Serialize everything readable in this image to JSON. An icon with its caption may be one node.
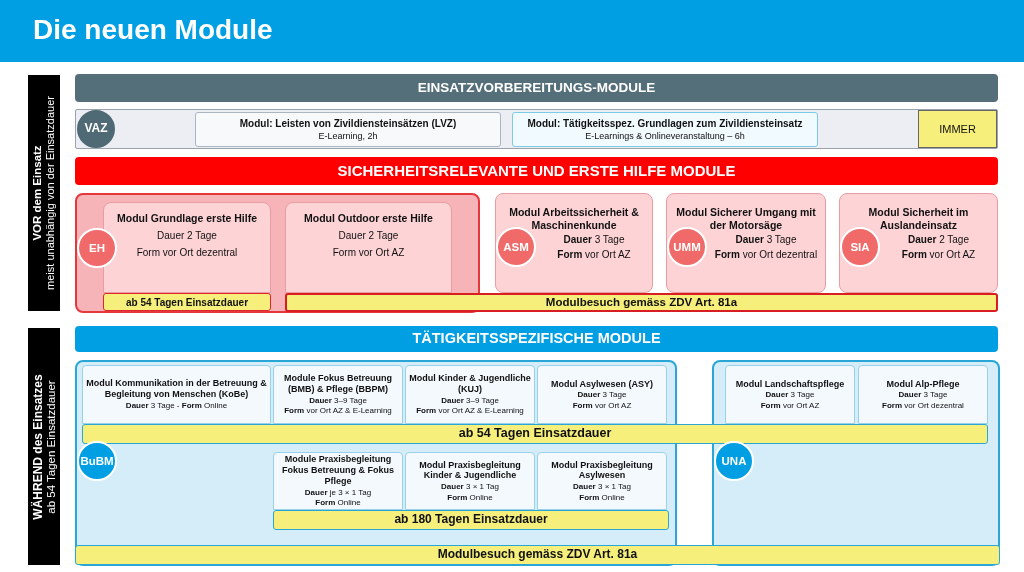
{
  "diagram": {
    "title": "Die neuen Module",
    "nodes": [
      {
        "text": [
          "VOR dem Einsatz",
          "meist unabhängig von der Einsatzdauer"
        ]
      },
      {
        "text": [
          "EINSATZVORBEREITUNGS-MODULE"
        ]
      },
      {
        "text": [],
        "shape": "box"
      },
      {
        "text": [
          "VAZ"
        ],
        "in": 2
      },
      {
        "text": [
          "Modul: Leisten von Zivildiensteinsätzen (LVZ)",
          "E-Learning, 2h"
        ],
        "in": 2
      },
      {
        "text": [
          "Modul: Tätigkeitsspez. Grundlagen zum Zivildiensteinsatz",
          "E-Learnings & Onlineveranstaltung – 6h"
        ],
        "in": 2
      },
      {
        "text": [
          "IMMER"
        ],
        "in": 2
      },
      {
        "text": [
          "SICHERHEITSRELEVANTE UND ERSTE HILFE MODULE"
        ]
      },
      {
        "text": [],
        "shape": "box"
      },
      {
        "text": [
          "EH"
        ],
        "in": 8
      },
      {
        "text": [
          "Modul Grundlage erste Hilfe",
          "Dauer 2 Tage",
          "Form vor Ort dezentral"
        ],
        "in": 8
      },
      {
        "text": [
          "Modul Outdoor erste Hilfe",
          "Dauer 2 Tage",
          "Form vor Ort AZ"
        ],
        "in": 8
      },
      {
        "text": [
          "Modul Arbeitssicherheit & Maschinenkunde",
          "**Dauer** 3 Tage",
          "**Form** vor Ort AZ"
        ]
      },
      {
        "text": [
          "ASM"
        ],
        "in": 12
      },
      {
        "text": [
          "Modul Sicherer Umgang mit der Motorsäge",
          "**Dauer** 3 Tage",
          "**Form** vor Ort dezentral"
        ]
      },
      {
        "text": [
          "UMM"
        ],
        "in": 14
      },
      {
        "text": [
          "Modul Sicherheit im Auslandeinsatz",
          "**Dauer** 2 Tage",
          "**Form** vor Ort AZ"
        ]
      },
      {
        "text": [
          "SIA"
        ],
        "in": 16
      },
      {
        "text": [
          "ab 54 Tagen Einsatzdauer"
        ],
        "in": 8
      },
      {
        "text": [
          "Modulbesuch gemäss ZDV Art. 81a"
        ]
      },
      {
        "text": [
          "WÄHREND des Einsatzes",
          "ab 54 Tagen Einsatzdauer"
        ]
      },
      {
        "text": [
          "TÄTIGKEITSSPEZIFISCHE MODULE"
        ]
      },
      {
        "text": [],
        "shape": "box"
      },
      {
        "text": [],
        "shape": "box"
      },
      {
        "text": [
          "Modul Kommunikation in der Betreuung & Begleitung von Menschen (KoBe)",
          "**Dauer** 3 Tage - **Form** Online"
        ],
        "in": 22
      },
      {
        "text": [
          "Module Fokus Betreuung (BMB) & Pflege (BBPM)",
          "**Dauer** 3–9 Tage",
          "**Form** vor Ort AZ & E-Learning"
        ],
        "in": 22
      },
      {
        "text": [
          "Modul Kinder & Jugendliche (KUJ)",
          "**Dauer** 3–9 Tage",
          "**Form** vor Ort AZ & E-Learning"
        ],
        "in": 22
      },
      {
        "text": [
          "Modul Asylwesen (ASY)",
          "**Dauer** 3 Tage",
          "**Form** vor Ort AZ"
        ],
        "in": 22
      },
      {
        "text": [
          "Modul Landschaftspflege",
          "**Dauer** 3 Tage",
          "**Form** vor Ort AZ"
        ],
        "in": 23
      },
      {
        "text": [
          "Modul Alp-Pflege",
          "**Dauer** 3 Tage",
          "**Form** vor Ort dezentral"
        ],
        "in": 23
      },
      {
        "text": [
          "ab 54 Tagen Einsatzdauer"
        ]
      },
      {
        "text": [
          "BuBM"
        ],
        "in": 22
      },
      {
        "text": [
          "UNA"
        ],
        "in": 23
      },
      {
        "text": [
          "Module Praxisbegleitung Fokus Betreuung & Fokus Pflege",
          "**Dauer** je 3 × 1 Tag",
          "**Form** Online"
        ],
        "in": 22
      },
      {
        "text": [
          "Modul Praxisbegleitung Kinder & Jugendliche",
          "**Dauer** 3 × 1 Tag",
          "**Form** Online"
        ],
        "in": 22
      },
      {
        "text": [
          "Modul Praxisbegleitung Asylwesen",
          "**Dauer** 3 × 1 Tag",
          "**Form** Online"
        ],
        "in": 22
      },
      {
        "text": [
          "ab 180 Tagen Einsatzdauer"
        ],
        "in": 22
      },
      {
        "text": [
          "Modulbesuch gemäss ZDV Art. 81a"
        ]
      }
    ]
  }
}
